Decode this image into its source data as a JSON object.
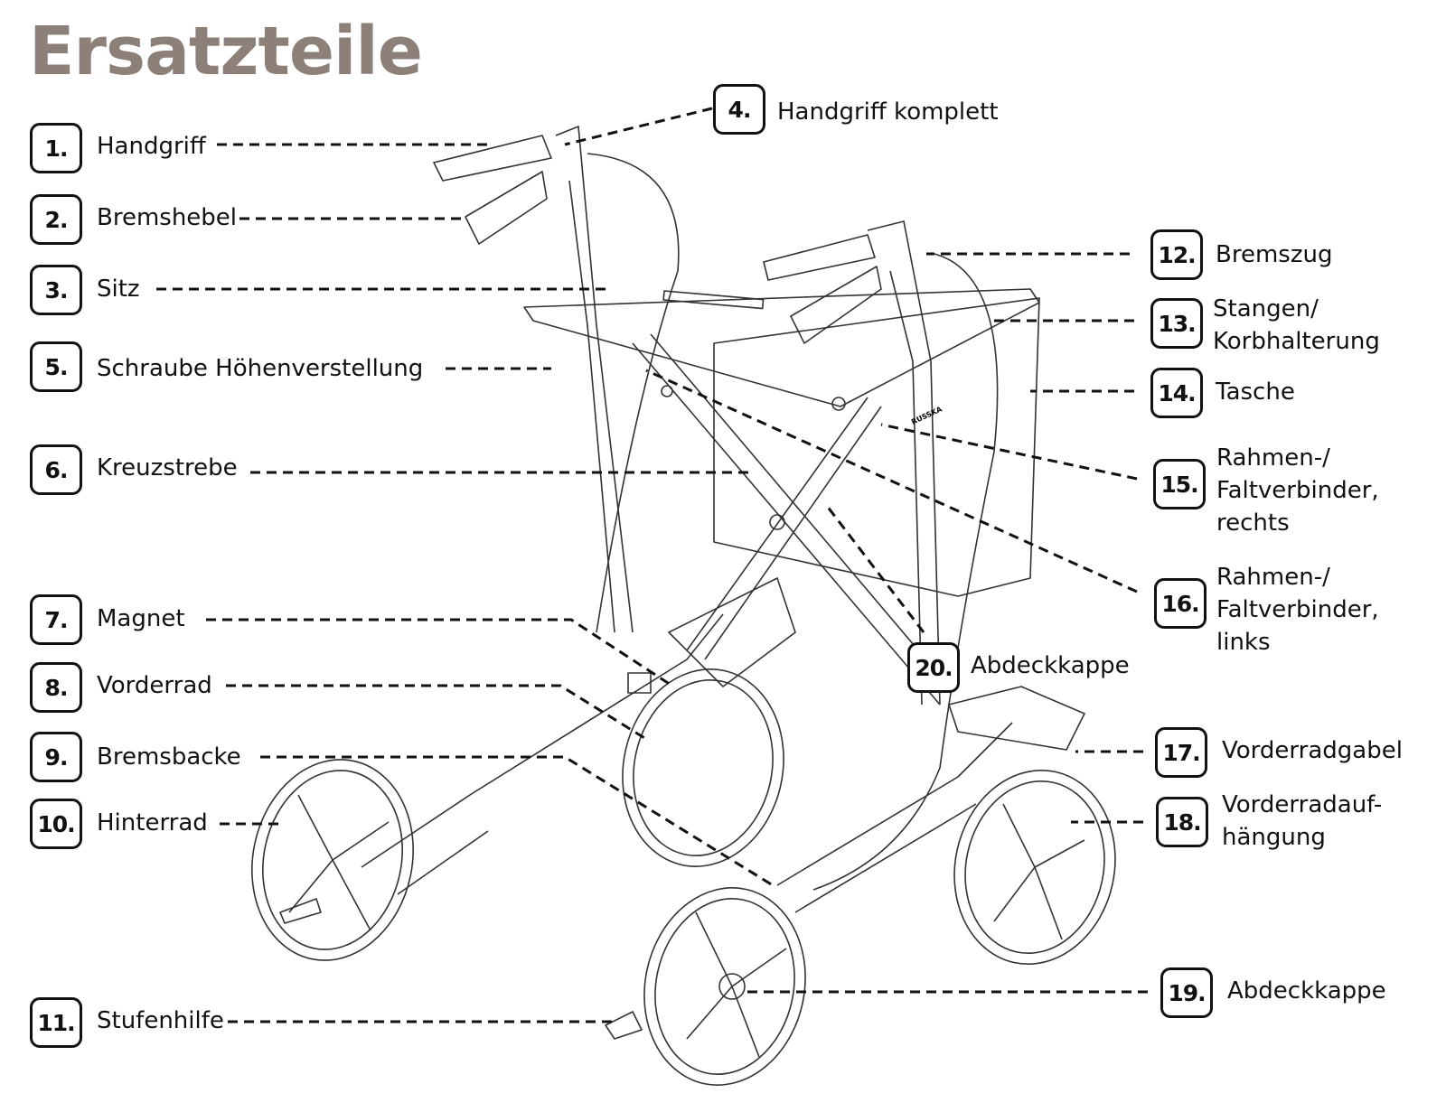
{
  "title": "Ersatzteile",
  "parts": [
    {
      "num": "1.",
      "label": "Handgriff"
    },
    {
      "num": "2.",
      "label": "Bremshebel"
    },
    {
      "num": "3.",
      "label": "Sitz"
    },
    {
      "num": "4.",
      "label": "Handgriff komplett"
    },
    {
      "num": "5.",
      "label": "Schraube Höhenverstellung"
    },
    {
      "num": "6.",
      "label": "Kreuzstrebe"
    },
    {
      "num": "7.",
      "label": "Magnet"
    },
    {
      "num": "8.",
      "label": "Vorderrad"
    },
    {
      "num": "9.",
      "label": "Bremsbacke"
    },
    {
      "num": "10.",
      "label": "Hinterrad"
    },
    {
      "num": "11.",
      "label": "Stufenhilfe"
    },
    {
      "num": "12.",
      "label": "Bremszug"
    },
    {
      "num": "13.",
      "label": "Stangen/",
      "label2": "Korbhalterung"
    },
    {
      "num": "14.",
      "label": "Tasche"
    },
    {
      "num": "15.",
      "label": "Rahmen-/",
      "label2": "Faltverbinder,",
      "label3": "rechts"
    },
    {
      "num": "16.",
      "label": "Rahmen-/",
      "label2": "Faltverbinder,",
      "label3": "links"
    },
    {
      "num": "17.",
      "label": "Vorderradgabel"
    },
    {
      "num": "18.",
      "label": "Vorderradauf-",
      "label2": "hängung"
    },
    {
      "num": "19.",
      "label": "Abdeckkappe"
    },
    {
      "num": "20.",
      "label": "Abdeckkappe"
    }
  ],
  "brand_mark": "RUSSKA"
}
